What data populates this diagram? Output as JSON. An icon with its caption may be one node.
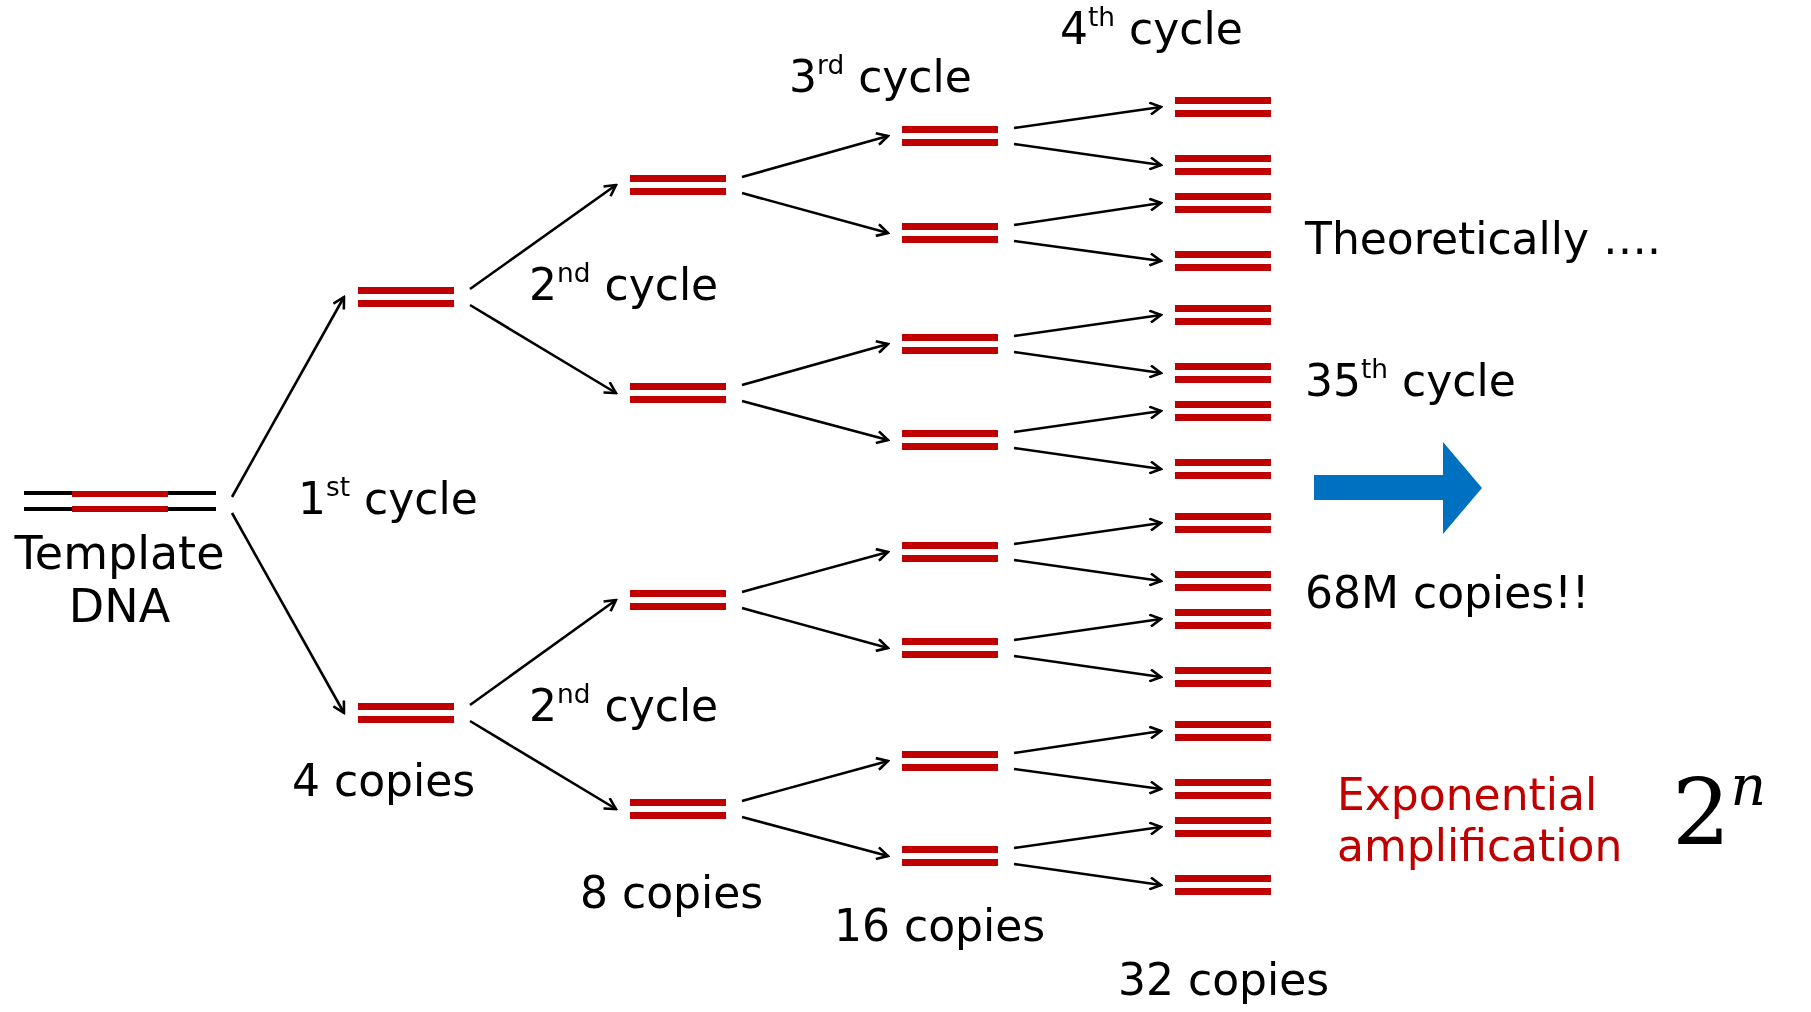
{
  "diagram": {
    "nodes": [
      {
        "text": [
          "Template DNA"
        ]
      },
      {
        "text": [],
        "shape": "bar"
      },
      {
        "text": [],
        "shape": "bar"
      },
      {
        "text": [],
        "shape": "bar"
      },
      {
        "text": [],
        "shape": "bar"
      },
      {
        "text": [],
        "shape": "bar"
      },
      {
        "text": [],
        "shape": "bar"
      },
      {
        "text": [],
        "shape": "bar"
      },
      {
        "text": [],
        "shape": "bar"
      },
      {
        "text": [],
        "shape": "bar"
      },
      {
        "text": [],
        "shape": "bar"
      },
      {
        "text": [],
        "shape": "bar"
      },
      {
        "text": [],
        "shape": "bar"
      },
      {
        "text": [],
        "shape": "bar"
      },
      {
        "text": [],
        "shape": "bar"
      },
      {
        "text": [],
        "shape": "bar"
      },
      {
        "text": [],
        "shape": "bar"
      },
      {
        "text": [],
        "shape": "bar"
      },
      {
        "text": [],
        "shape": "bar"
      },
      {
        "text": [],
        "shape": "bar"
      },
      {
        "text": [],
        "shape": "bar"
      },
      {
        "text": [],
        "shape": "bar"
      },
      {
        "text": [],
        "shape": "bar"
      },
      {
        "text": [],
        "shape": "bar"
      },
      {
        "text": [],
        "shape": "bar"
      },
      {
        "text": [],
        "shape": "bar"
      },
      {
        "text": [],
        "shape": "bar"
      },
      {
        "text": [],
        "shape": "bar"
      },
      {
        "text": [],
        "shape": "bar"
      },
      {
        "text": [],
        "shape": "bar"
      },
      {
        "text": [],
        "shape": "bar"
      }
    ],
    "edges": [
      {
        "from": 0,
        "to": 1,
        "arrow": "to"
      },
      {
        "from": 0,
        "to": 2,
        "arrow": "to"
      },
      {
        "from": 1,
        "to": 3,
        "arrow": "to"
      },
      {
        "from": 1,
        "to": 4,
        "arrow": "to"
      },
      {
        "from": 2,
        "to": 5,
        "arrow": "to"
      },
      {
        "from": 2,
        "to": 6,
        "arrow": "to"
      },
      {
        "from": 3,
        "to": 7,
        "arrow": "to"
      },
      {
        "from": 3,
        "to": 8,
        "arrow": "to"
      },
      {
        "from": 4,
        "to": 9,
        "arrow": "to"
      },
      {
        "from": 4,
        "to": 10,
        "arrow": "to"
      },
      {
        "from": 5,
        "to": 11,
        "arrow": "to"
      },
      {
        "from": 5,
        "to": 12,
        "arrow": "to"
      },
      {
        "from": 6,
        "to": 13,
        "arrow": "to"
      },
      {
        "from": 6,
        "to": 14,
        "arrow": "to"
      },
      {
        "from": 7,
        "to": 15,
        "arrow": "to"
      },
      {
        "from": 7,
        "to": 16,
        "arrow": "to"
      },
      {
        "from": 8,
        "to": 17,
        "arrow": "to"
      },
      {
        "from": 8,
        "to": 18,
        "arrow": "to"
      },
      {
        "from": 9,
        "to": 19,
        "arrow": "to"
      },
      {
        "from": 9,
        "to": 20,
        "arrow": "to"
      },
      {
        "from": 10,
        "to": 21,
        "arrow": "to"
      },
      {
        "from": 10,
        "to": 22,
        "arrow": "to"
      },
      {
        "from": 11,
        "to": 23,
        "arrow": "to"
      },
      {
        "from": 11,
        "to": 24,
        "arrow": "to"
      },
      {
        "from": 12,
        "to": 25,
        "arrow": "to"
      },
      {
        "from": 12,
        "to": 26,
        "arrow": "to"
      },
      {
        "from": 13,
        "to": 27,
        "arrow": "to"
      },
      {
        "from": 13,
        "to": 28,
        "arrow": "to"
      },
      {
        "from": 14,
        "to": 29,
        "arrow": "to"
      },
      {
        "from": 14,
        "to": 30,
        "arrow": "to"
      }
    ],
    "labels": [
      "4$^{th}$ cycle",
      "3$^{rd}$ cycle",
      "2$^{nd}$ cycle",
      "Theoretically ….",
      "35$^{th}$ cycle",
      "1$^{st}$ cycle",
      "68M copies!!",
      "2$^{nd}$ cycle",
      "4 copies",
      "Exponential amplification",
      "2$^{n}$",
      "8 copies",
      "16 copies",
      "32 copies"
    ]
  }
}
